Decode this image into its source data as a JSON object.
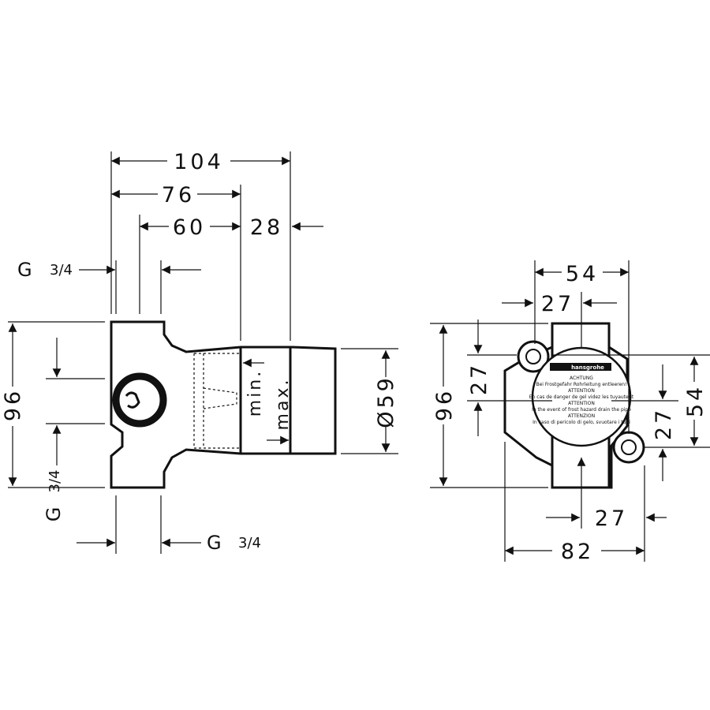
{
  "side_view": {
    "dim_104": "104",
    "dim_76": "76",
    "dim_60": "60",
    "dim_28": "28",
    "dim_96": "96",
    "dim_59": "Ø59",
    "min_label": "min.",
    "max_label": "max.",
    "thread_top": "G",
    "thread_top_frac": "3/4",
    "thread_left": "G",
    "thread_left_frac": "3/4",
    "thread_bottom": "G",
    "thread_bottom_frac": "3/4"
  },
  "front_view": {
    "dim_54_top": "54",
    "dim_27_top": "27",
    "dim_96": "96",
    "dim_27_left": "27",
    "dim_54_right": "54",
    "dim_27_right": "27",
    "dim_27_bottom": "27",
    "dim_82": "82",
    "label": {
      "brand": "hansgrohe",
      "lines": [
        "ACHTUNG",
        "Bei Frostgefahr Rohrleitung entleeren!",
        "ATTENTION",
        "En cas de danger de gel videz les tuyauterit",
        "ATTENTION",
        "In the event of frost hazard drain the pipe",
        "ATTENZION",
        "In caso di pericolo di gelo, svuotare i tubi"
      ]
    }
  }
}
